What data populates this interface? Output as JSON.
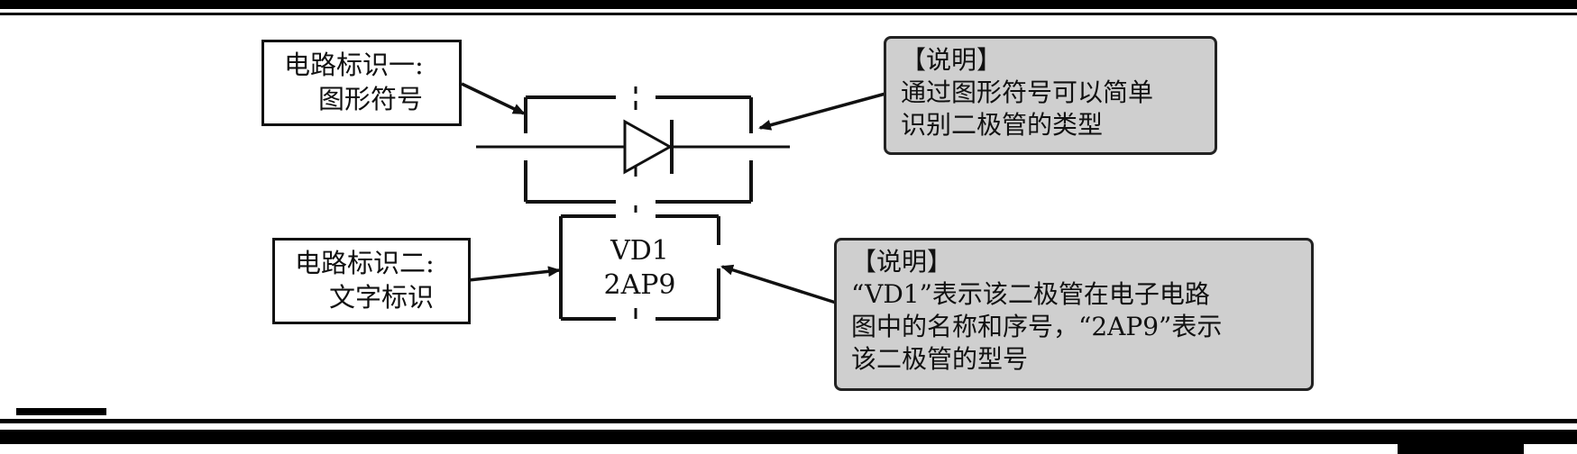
{
  "labels": {
    "one": {
      "line1": "电路标识一:",
      "line2": "图形符号"
    },
    "two": {
      "line1": "电路标识二:",
      "line2": "文字标识"
    }
  },
  "notes": {
    "one": {
      "title": "【说明】",
      "lines": [
        "通过图形符号可以简单",
        "识别二极管的类型"
      ]
    },
    "two": {
      "title": "【说明】",
      "lines": [
        "“VD1”表示该二极管在电子电路",
        "图中的名称和序号，“2AP9”表示",
        "该二极管的型号"
      ]
    }
  },
  "component": {
    "name": "VD1",
    "model": "2AP9"
  },
  "colors": {
    "note_bg": "#cfcfcf",
    "ink": "#111111"
  }
}
